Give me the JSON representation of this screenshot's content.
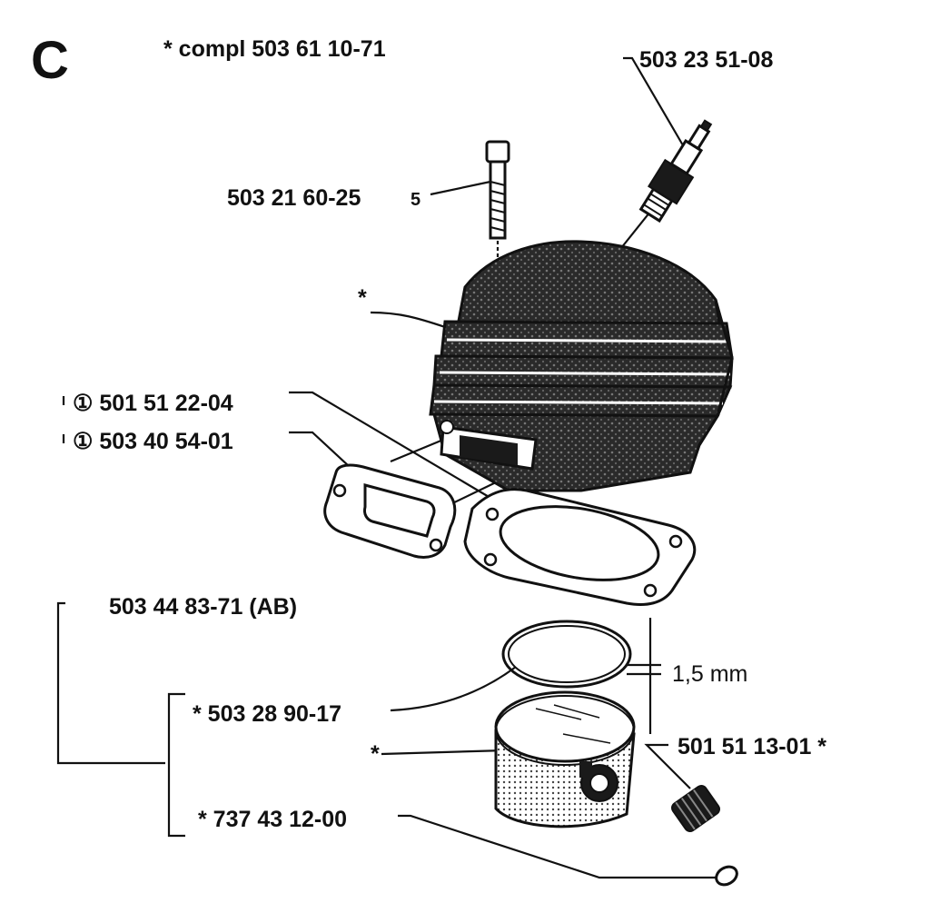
{
  "diagram": {
    "section_letter": "C",
    "labels": {
      "complete_assembly": "* compl 503 61 10-71",
      "spark_plug": "503 23 51-08",
      "bolt": "503 21 60-25",
      "bolt_mark": "5",
      "cylinder_star": "*",
      "cylinder_gasket": "① 501 51 22-04",
      "exhaust_gasket": "① 503 40 54-01",
      "piston_kit": "503 44 83-71 (AB)",
      "ring_thickness": "1,5 mm",
      "piston_ring": "* 503 28 90-17",
      "piston_star": "*",
      "bearing": "501 51 13-01  *",
      "circlip": "* 737 43 12-00"
    }
  }
}
